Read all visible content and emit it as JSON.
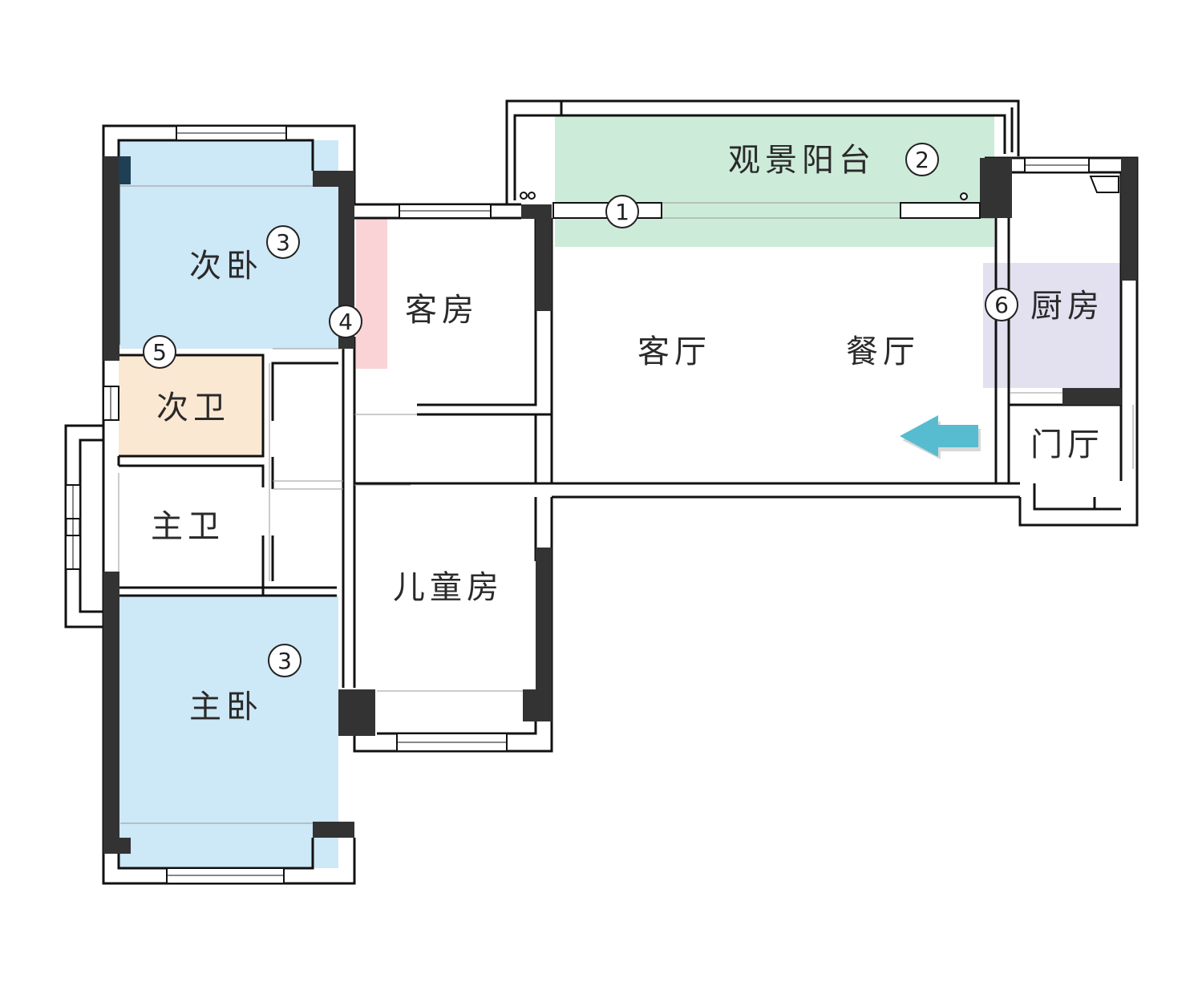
{
  "rooms": {
    "guest_bedroom": "次卧",
    "guest_room": "客房",
    "living_room": "客厅",
    "dining_room": "餐厅",
    "view_balcony": "观景阳台",
    "kitchen": "厨房",
    "foyer": "门厅",
    "second_bathroom": "次卫",
    "master_bathroom": "主卫",
    "kids_room": "儿童房",
    "master_bedroom": "主卧"
  },
  "markers": {
    "m1": "1",
    "m2": "2",
    "m3a": "3",
    "m3b": "3",
    "m4": "4",
    "m5": "5",
    "m6": "6"
  },
  "colors": {
    "bedroom_fill": "#cde8f6",
    "balcony_fill": "#cdebd9",
    "bathroom_fill": "#fbe8d3",
    "kitchen_fill": "#e3e0f0",
    "guestroom_strip_fill": "#f9d3d6",
    "wall_solid": "#333333",
    "entry_arrow": "#57bcd0"
  },
  "icons": {
    "entry": "entry-arrow-icon"
  }
}
